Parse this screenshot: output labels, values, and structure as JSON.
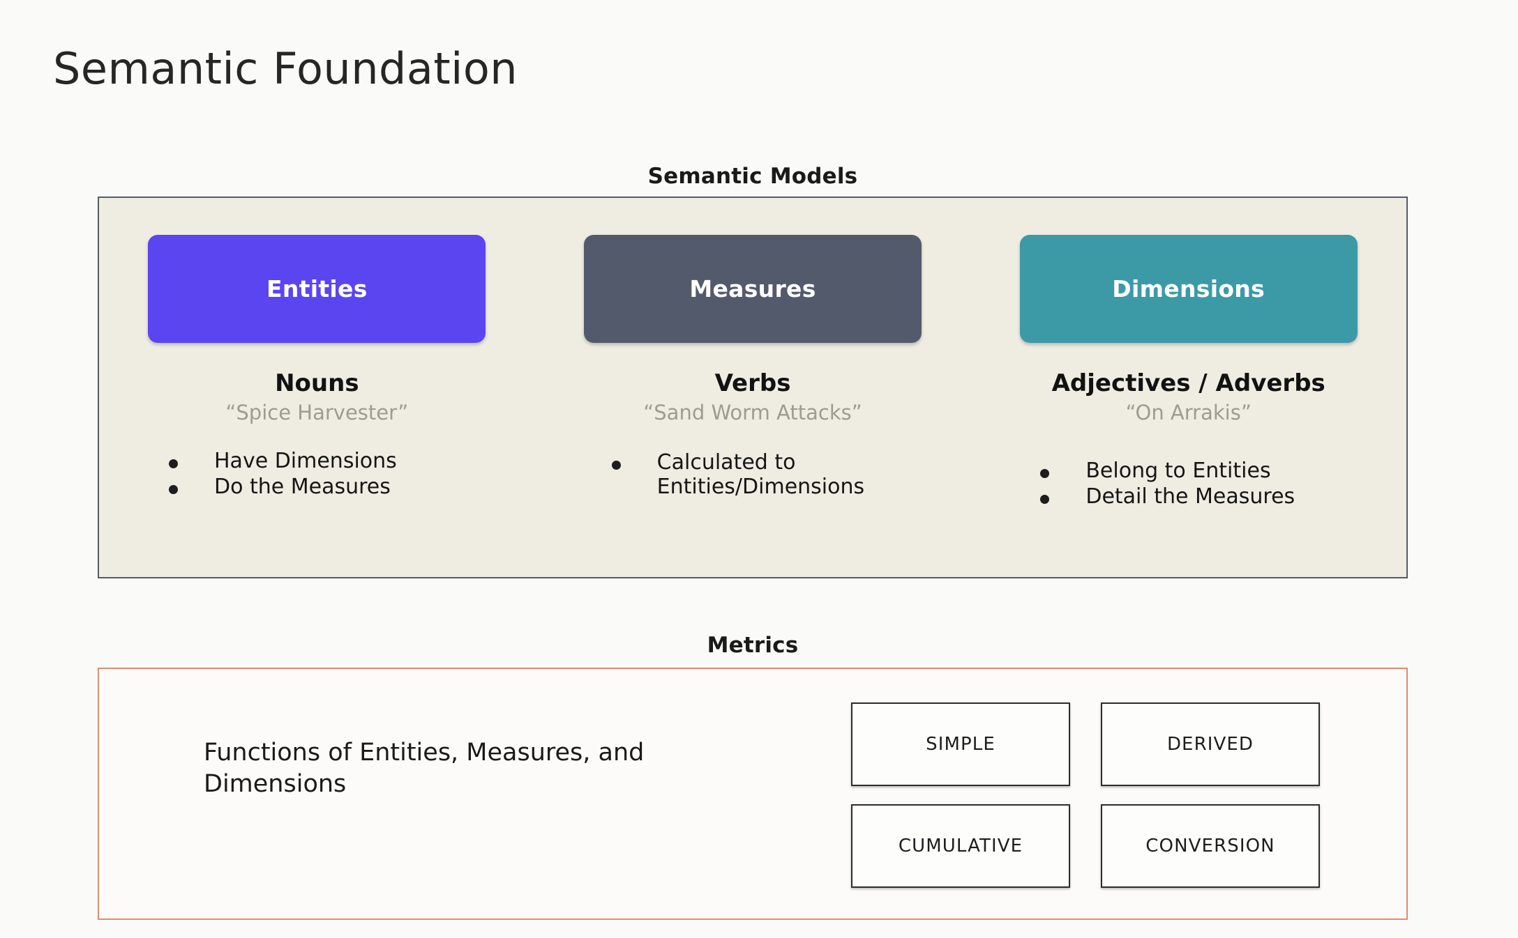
{
  "slide": {
    "title": "Semantic Foundation"
  },
  "semantic_models": {
    "caption": "Semantic Models",
    "panel_bg": "#efede2",
    "panel_border": "#535a69",
    "columns": [
      {
        "chip_label": "Entities",
        "chip_color": "#5b45f0",
        "part_of_speech": "Nouns",
        "example": "“Spice Harvester”",
        "bullets": [
          "Have Dimensions",
          "Do the Measures"
        ]
      },
      {
        "chip_label": "Measures",
        "chip_color": "#535a6c",
        "part_of_speech": "Verbs",
        "example": "“Sand Worm Attacks”",
        "bullets": [
          "Calculated to Entities/Dimensions"
        ]
      },
      {
        "chip_label": "Dimensions",
        "chip_color": "#3c9aa6",
        "part_of_speech": "Adjectives / Adverbs",
        "example": "“On Arrakis”",
        "bullets": [
          "Belong to Entities",
          "Detail the Measures"
        ]
      }
    ]
  },
  "metrics": {
    "caption": "Metrics",
    "panel_border": "#e08b6f",
    "description": "Functions of Entities, Measures, and Dimensions",
    "types": [
      "SIMPLE",
      "DERIVED",
      "CUMULATIVE",
      "CONVERSION"
    ]
  }
}
